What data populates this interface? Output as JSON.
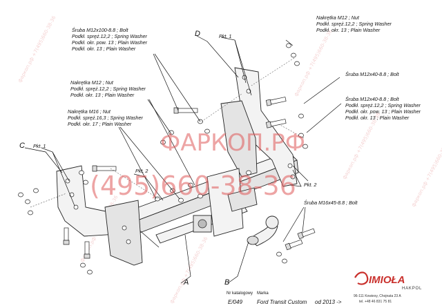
{
  "watermark": {
    "name": "ФАРКОП.РФ",
    "phone": "(495)660-38-36",
    "diag_text": "фаркоп.рф +7(495)660-38-36"
  },
  "labels": {
    "D": "D",
    "C": "C",
    "A": "A",
    "B": "B",
    "pkt1_top": "Pkt. 1",
    "pkt1_left": "Pkt. 1",
    "pkt2_mid": "Pkt. 2",
    "pkt2_right": "Pkt. 2",
    "nut_top": [
      "Nakrętka M12 ; Nut",
      "Podkł. spręż.12,2 ; Spring Washer",
      "Podkł. okr. 13 ; Plain Washer"
    ],
    "bolt_m12x100": [
      "Śruba M12x100-8.8 ;  Bolt",
      "Podkł. spręż.12,2 ; Spring Washer",
      "Podkł. okr. pow. 13 ; Plain Washer",
      "Podkł. okr. 13 ; Plain Washer"
    ],
    "bolt_m12x40_a": "Śruba M12x40-8.8 ;  Bolt",
    "bolt_m12x40_b": [
      "Śruba M12x40-8.8 ;  Bolt",
      "Podkł. spręż.12,2 ; Spring Washer",
      "Podkł. okr. pow. 13 ; Plain Washer",
      "Podkł. okr. 13 ; Plain Washer"
    ],
    "nut_mid": [
      "Nakrętka  M12 ; Nut",
      "Podkł. spręż.12,2 ; Spring Washer",
      "Podkł. okr. 13 ; Plain Washer"
    ],
    "nut_m16": [
      "Nakrętka  M16 ; Nut",
      "Podkł. spręż.16,3 ; Spring Washer",
      "Podkł. okr. 17 ; Plain Washer"
    ],
    "bolt_m16x45": "Śruba M16x45-8.8 ;  Bolt"
  },
  "footer": {
    "catalog_label": "Nr katalogowy",
    "catalog_value": "E/049",
    "brand_label": "Marka",
    "model": "Ford Transit  Custom",
    "year": "od 2013 ->"
  },
  "logo": {
    "text": "IMIOŁA",
    "sub": "HAKPOL",
    "address": "96-111 Kowiesy, Chojnata 23 A",
    "tel": "tel. +48 46 831 75 81"
  },
  "colors": {
    "watermark": "#e05a5a",
    "brand": "#c9302c"
  }
}
